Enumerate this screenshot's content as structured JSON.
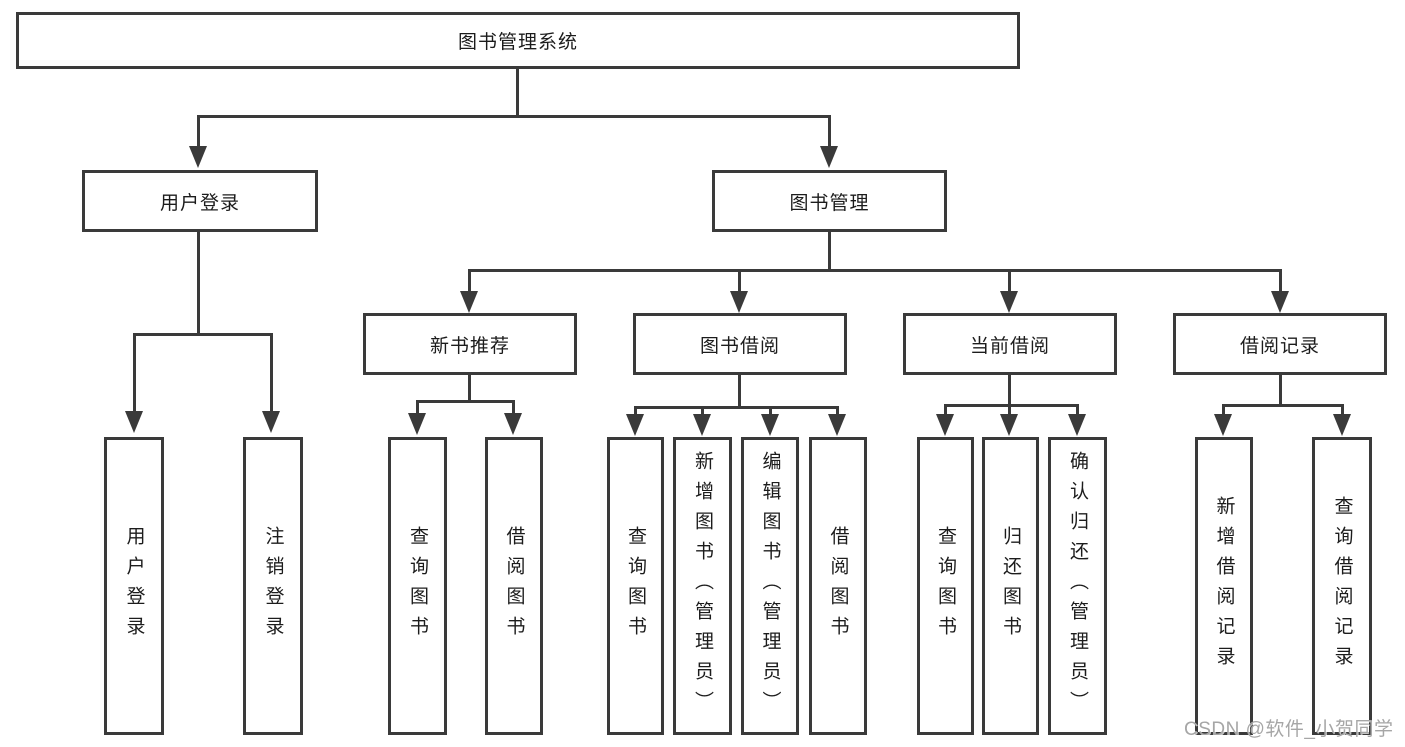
{
  "diagram_title": "图书管理系统",
  "watermark": "CSDN @软件_小贺同学",
  "colors": {
    "line": "#3a3a3a",
    "text": "#1c1c1c",
    "watermark": "#a6a6a6"
  },
  "nodes": {
    "root": {
      "label": "图书管理系统"
    },
    "user_login_branch": {
      "label": "用户登录",
      "children": [
        {
          "label": "用户登录"
        },
        {
          "label": "注销登录"
        }
      ]
    },
    "book_mgmt_branch": {
      "label": "图书管理",
      "children": [
        {
          "label": "新书推荐",
          "children": [
            {
              "label": "查询图书"
            },
            {
              "label": "借阅图书"
            }
          ]
        },
        {
          "label": "图书借阅",
          "children": [
            {
              "label": "查询图书"
            },
            {
              "label": "新增图书（管理员）"
            },
            {
              "label": "编辑图书（管理员）"
            },
            {
              "label": "借阅图书"
            }
          ]
        },
        {
          "label": "当前借阅",
          "children": [
            {
              "label": "查询图书"
            },
            {
              "label": "归还图书"
            },
            {
              "label": "确认归还（管理员）"
            }
          ]
        },
        {
          "label": "借阅记录",
          "children": [
            {
              "label": "新增借阅记录"
            },
            {
              "label": "查询借阅记录"
            }
          ]
        }
      ]
    }
  }
}
